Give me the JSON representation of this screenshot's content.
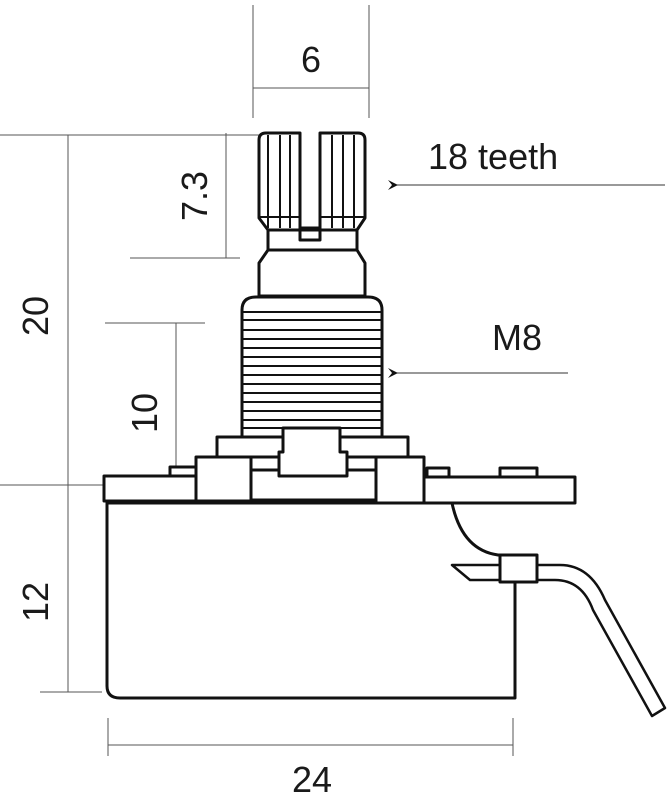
{
  "title": "Potentiometer dimension drawing",
  "dimensions": {
    "shaft_width": "6",
    "knurl_height": "7.3",
    "total_shaft_height": "20",
    "thread_height": "10",
    "body_height": "12",
    "body_width": "24"
  },
  "callouts": {
    "teeth": "18 teeth",
    "thread": "M8"
  },
  "colors": {
    "line": "#111111",
    "dimension": "#555555"
  }
}
